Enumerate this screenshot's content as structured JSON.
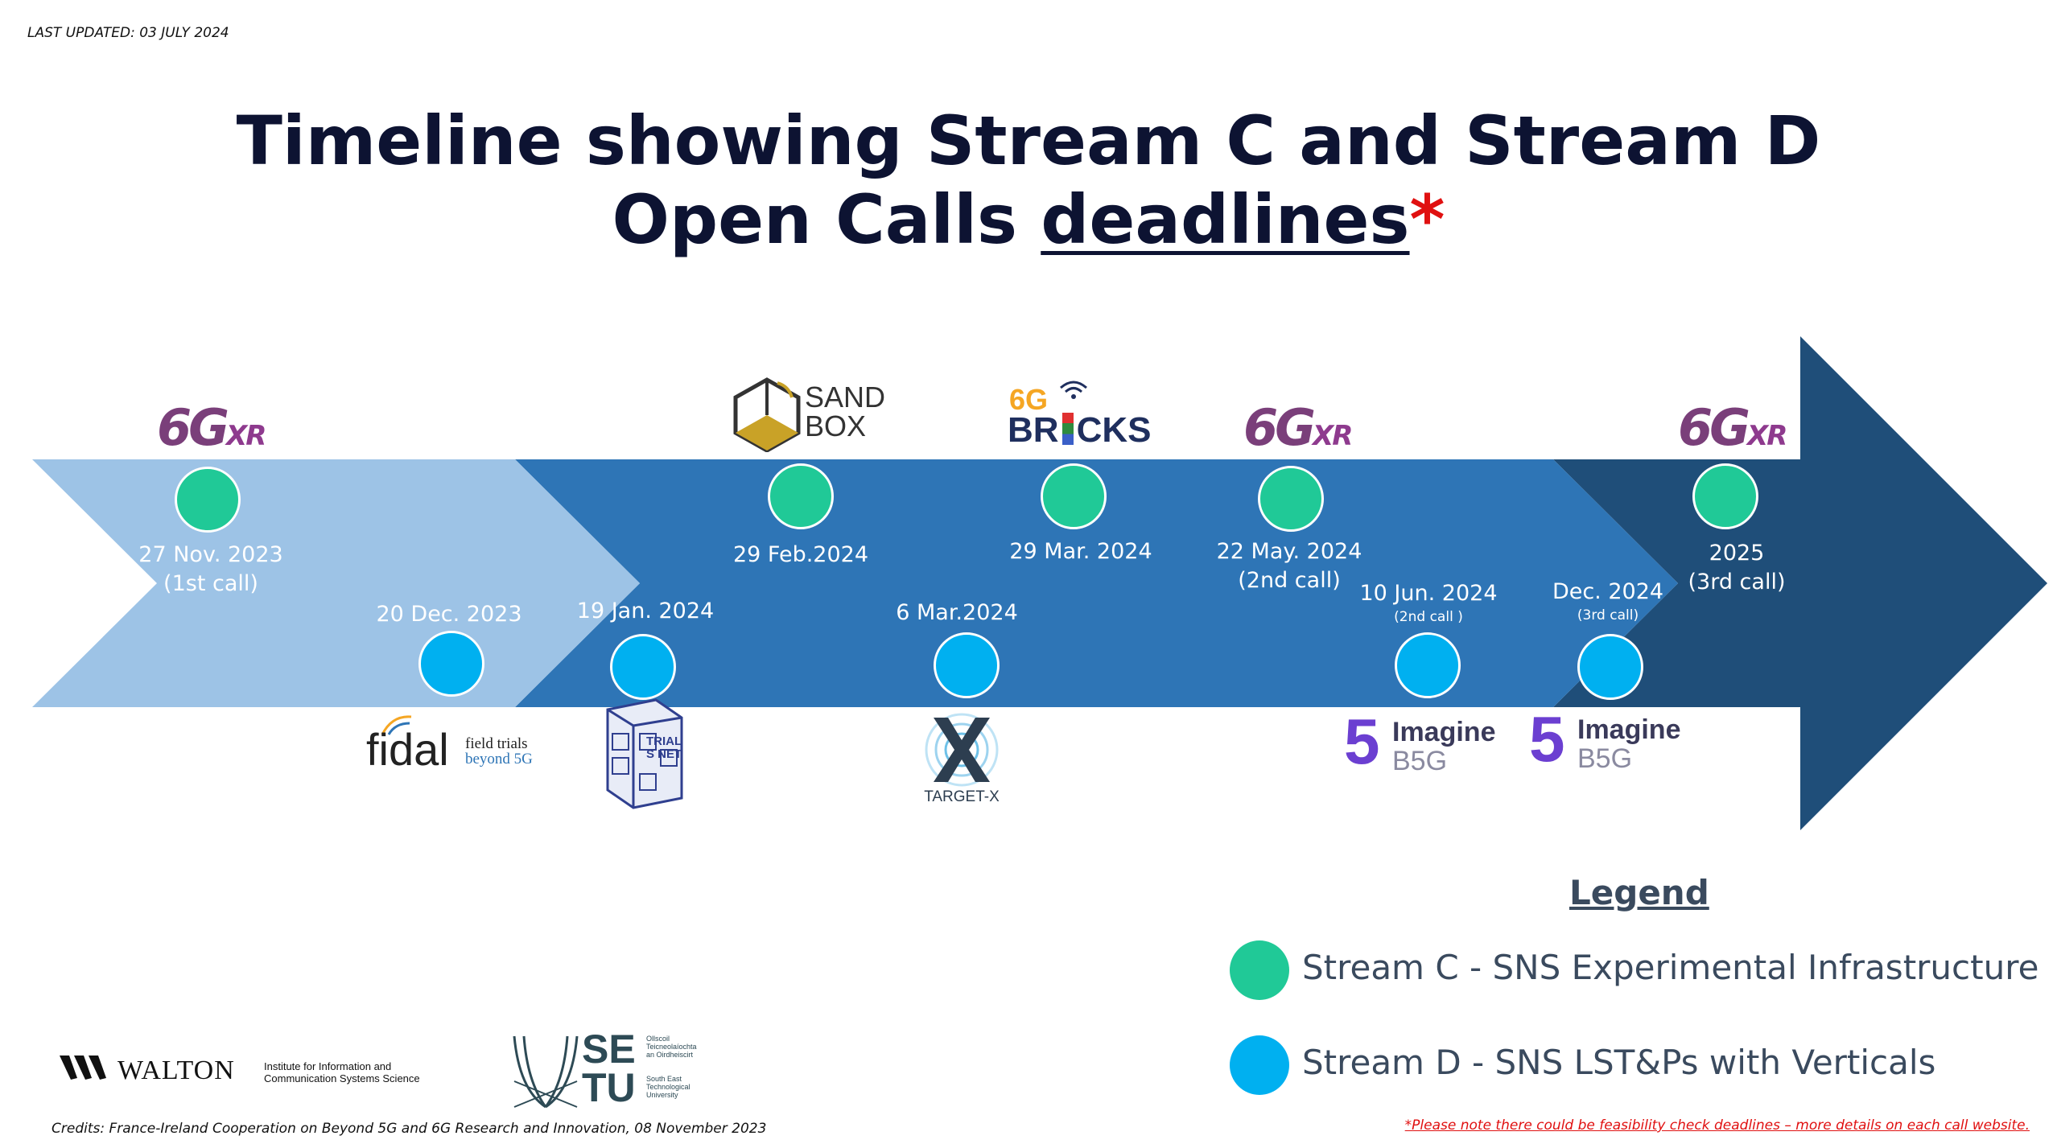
{
  "header": {
    "last_updated": "LAST UPDATED: 03 JULY 2024",
    "title_line1": "Timeline showing Stream C and Stream D",
    "title_line2_prefix": "Open Calls ",
    "title_line2_emph": "deadlines",
    "title_star": "*"
  },
  "timeline": {
    "events": [
      {
        "stream": "C",
        "date": "27 Nov. 2023",
        "note": "(1st call)",
        "project": "6GXR"
      },
      {
        "stream": "D",
        "date": "20 Dec. 2023",
        "note": "",
        "project": "fidal field trials beyond 5G"
      },
      {
        "stream": "D",
        "date": "19 Jan. 2024",
        "note": "",
        "project": "TrialsNet"
      },
      {
        "stream": "C",
        "date": "29 Feb.2024",
        "note": "",
        "project": "SANDBOX"
      },
      {
        "stream": "D",
        "date": "6 Mar.2024",
        "note": "",
        "project": "TARGET-X"
      },
      {
        "stream": "C",
        "date": "29 Mar. 2024",
        "note": "",
        "project": "6G BRICKS"
      },
      {
        "stream": "C",
        "date": "22 May. 2024",
        "note": "(2nd call)",
        "project": "6GXR"
      },
      {
        "stream": "D",
        "date": "10 Jun. 2024",
        "note": "(2nd call )",
        "project": "Imagine B5G"
      },
      {
        "stream": "D",
        "date": "Dec. 2024",
        "note": "(3rd call)",
        "project": "Imagine B5G"
      },
      {
        "stream": "C",
        "date": "2025",
        "note": "(3rd call)",
        "project": "6GXR"
      }
    ]
  },
  "logos": {
    "sixg_xr": {
      "main": "6G",
      "sub": "XR"
    },
    "sandbox": {
      "line1": "SAND",
      "line2": "BOX"
    },
    "bricks": {
      "line1": "6G",
      "line2": "BR",
      "line2_end": "CKS"
    },
    "fidal": {
      "main": "fidal",
      "sub1": "field trials",
      "sub2": "beyond 5G"
    },
    "trialsnet": {
      "text": "TRIALS NET"
    },
    "targetx": {
      "text": "TARGET-X"
    },
    "imagine": {
      "line1": "Imagine",
      "line2": "B5G"
    },
    "walton": {
      "name": "WALTON",
      "sub1": "Institute for Information and",
      "sub2": "Communication Systems Science"
    },
    "setu": {
      "se": "SE",
      "tu": "TU",
      "ga1": "Ollscoil",
      "ga2": "Teicneolaíochta",
      "ga3": "an Oirdheiscirt",
      "en1": "South East",
      "en2": "Technological",
      "en3": "University"
    }
  },
  "legend": {
    "title": "Legend",
    "items": [
      {
        "label": "Stream C - SNS Experimental Infrastructure",
        "color": "#20c997"
      },
      {
        "label": "Stream D - SNS LST&Ps with Verticals",
        "color": "#00b0f0"
      }
    ]
  },
  "footer": {
    "credits": "Credits: France-Ireland Cooperation on Beyond 5G and 6G Research and Innovation, 08 November 2023",
    "note": "*Please note there could be feasibility check deadlines – more details on each call website."
  },
  "colors": {
    "arrow_light": "#9dc3e6",
    "arrow_mid": "#2e75b6",
    "arrow_dark": "#1f4e79",
    "stream_c": "#20c997",
    "stream_d": "#00b0f0",
    "title": "#0d1332"
  }
}
